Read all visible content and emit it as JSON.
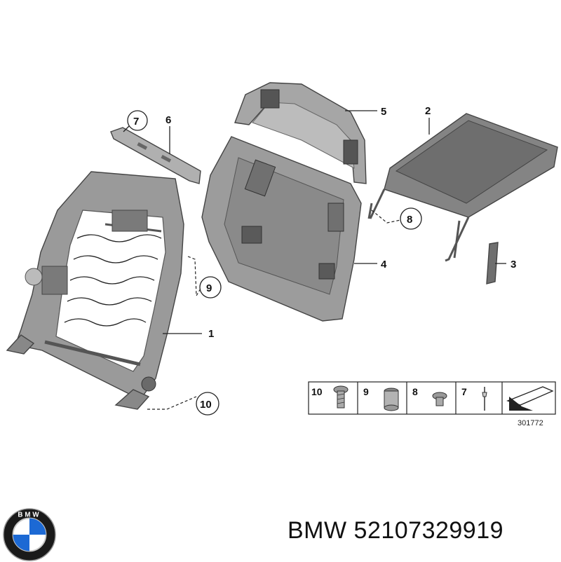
{
  "callouts": {
    "c1": "1",
    "c2": "2",
    "c3": "3",
    "c4": "4",
    "c5": "5",
    "c6": "6",
    "c7": "7",
    "c8": "8",
    "c9": "9",
    "c10": "10"
  },
  "legend": {
    "items": [
      "10",
      "9",
      "8",
      "7"
    ],
    "reference": "301772"
  },
  "brand": {
    "name": "BMW",
    "part_number": "52107329919",
    "caption": "BMW 52107329919",
    "logo_letters": "BMW",
    "colors": {
      "blue": "#1c69d4",
      "dark": "#1a1a1a",
      "silver": "#c8c8c8"
    }
  },
  "colors": {
    "part_fill": "#8e8e8e",
    "part_light": "#b5b5b5",
    "part_dark": "#5e5e5e",
    "line": "#222222"
  }
}
